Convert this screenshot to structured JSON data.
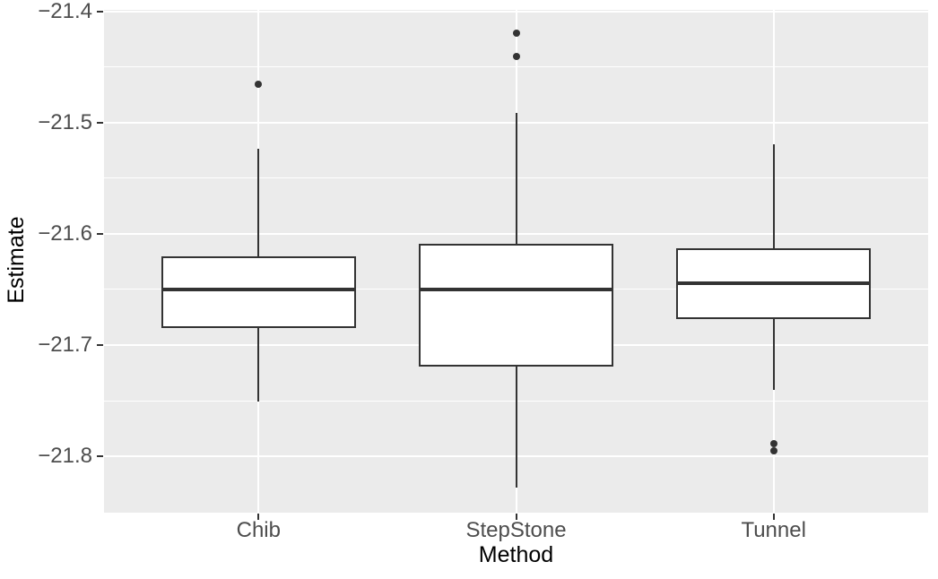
{
  "chart_data": {
    "type": "boxplot",
    "xlabel": "Method",
    "ylabel": "Estimate",
    "categories": [
      "Chib",
      "StepStone",
      "Tunnel"
    ],
    "series": [
      {
        "name": "Chib",
        "whisker_low": -21.751,
        "q1": -21.685,
        "median": -21.65,
        "q3": -21.62,
        "whisker_high": -21.523,
        "outliers": [
          -21.465
        ]
      },
      {
        "name": "StepStone",
        "whisker_low": -21.828,
        "q1": -21.719,
        "median": -21.65,
        "q3": -21.609,
        "whisker_high": -21.491,
        "outliers": [
          -21.419,
          -21.44
        ]
      },
      {
        "name": "Tunnel",
        "whisker_low": -21.74,
        "q1": -21.677,
        "median": -21.644,
        "q3": -21.613,
        "whisker_high": -21.519,
        "outliers": [
          -21.789,
          -21.795
        ]
      }
    ],
    "y_ticks": [
      -21.4,
      -21.5,
      -21.6,
      -21.7,
      -21.8
    ],
    "y_tick_labels": [
      "−21.4",
      "−21.5",
      "−21.6",
      "−21.7",
      "−21.8"
    ],
    "ylim": [
      -21.8508,
      -21.3984
    ],
    "grid": {
      "major": true,
      "minor": true,
      "legend": "none"
    },
    "colors": {
      "panel_bg": "#EBEBEB",
      "grid": "#FFFFFF",
      "box_border": "#333333",
      "box_fill": "#FFFFFF",
      "median": "#333333",
      "outlier": "#333333",
      "tick_text": "#4D4D4D",
      "title_text": "#000000"
    }
  }
}
